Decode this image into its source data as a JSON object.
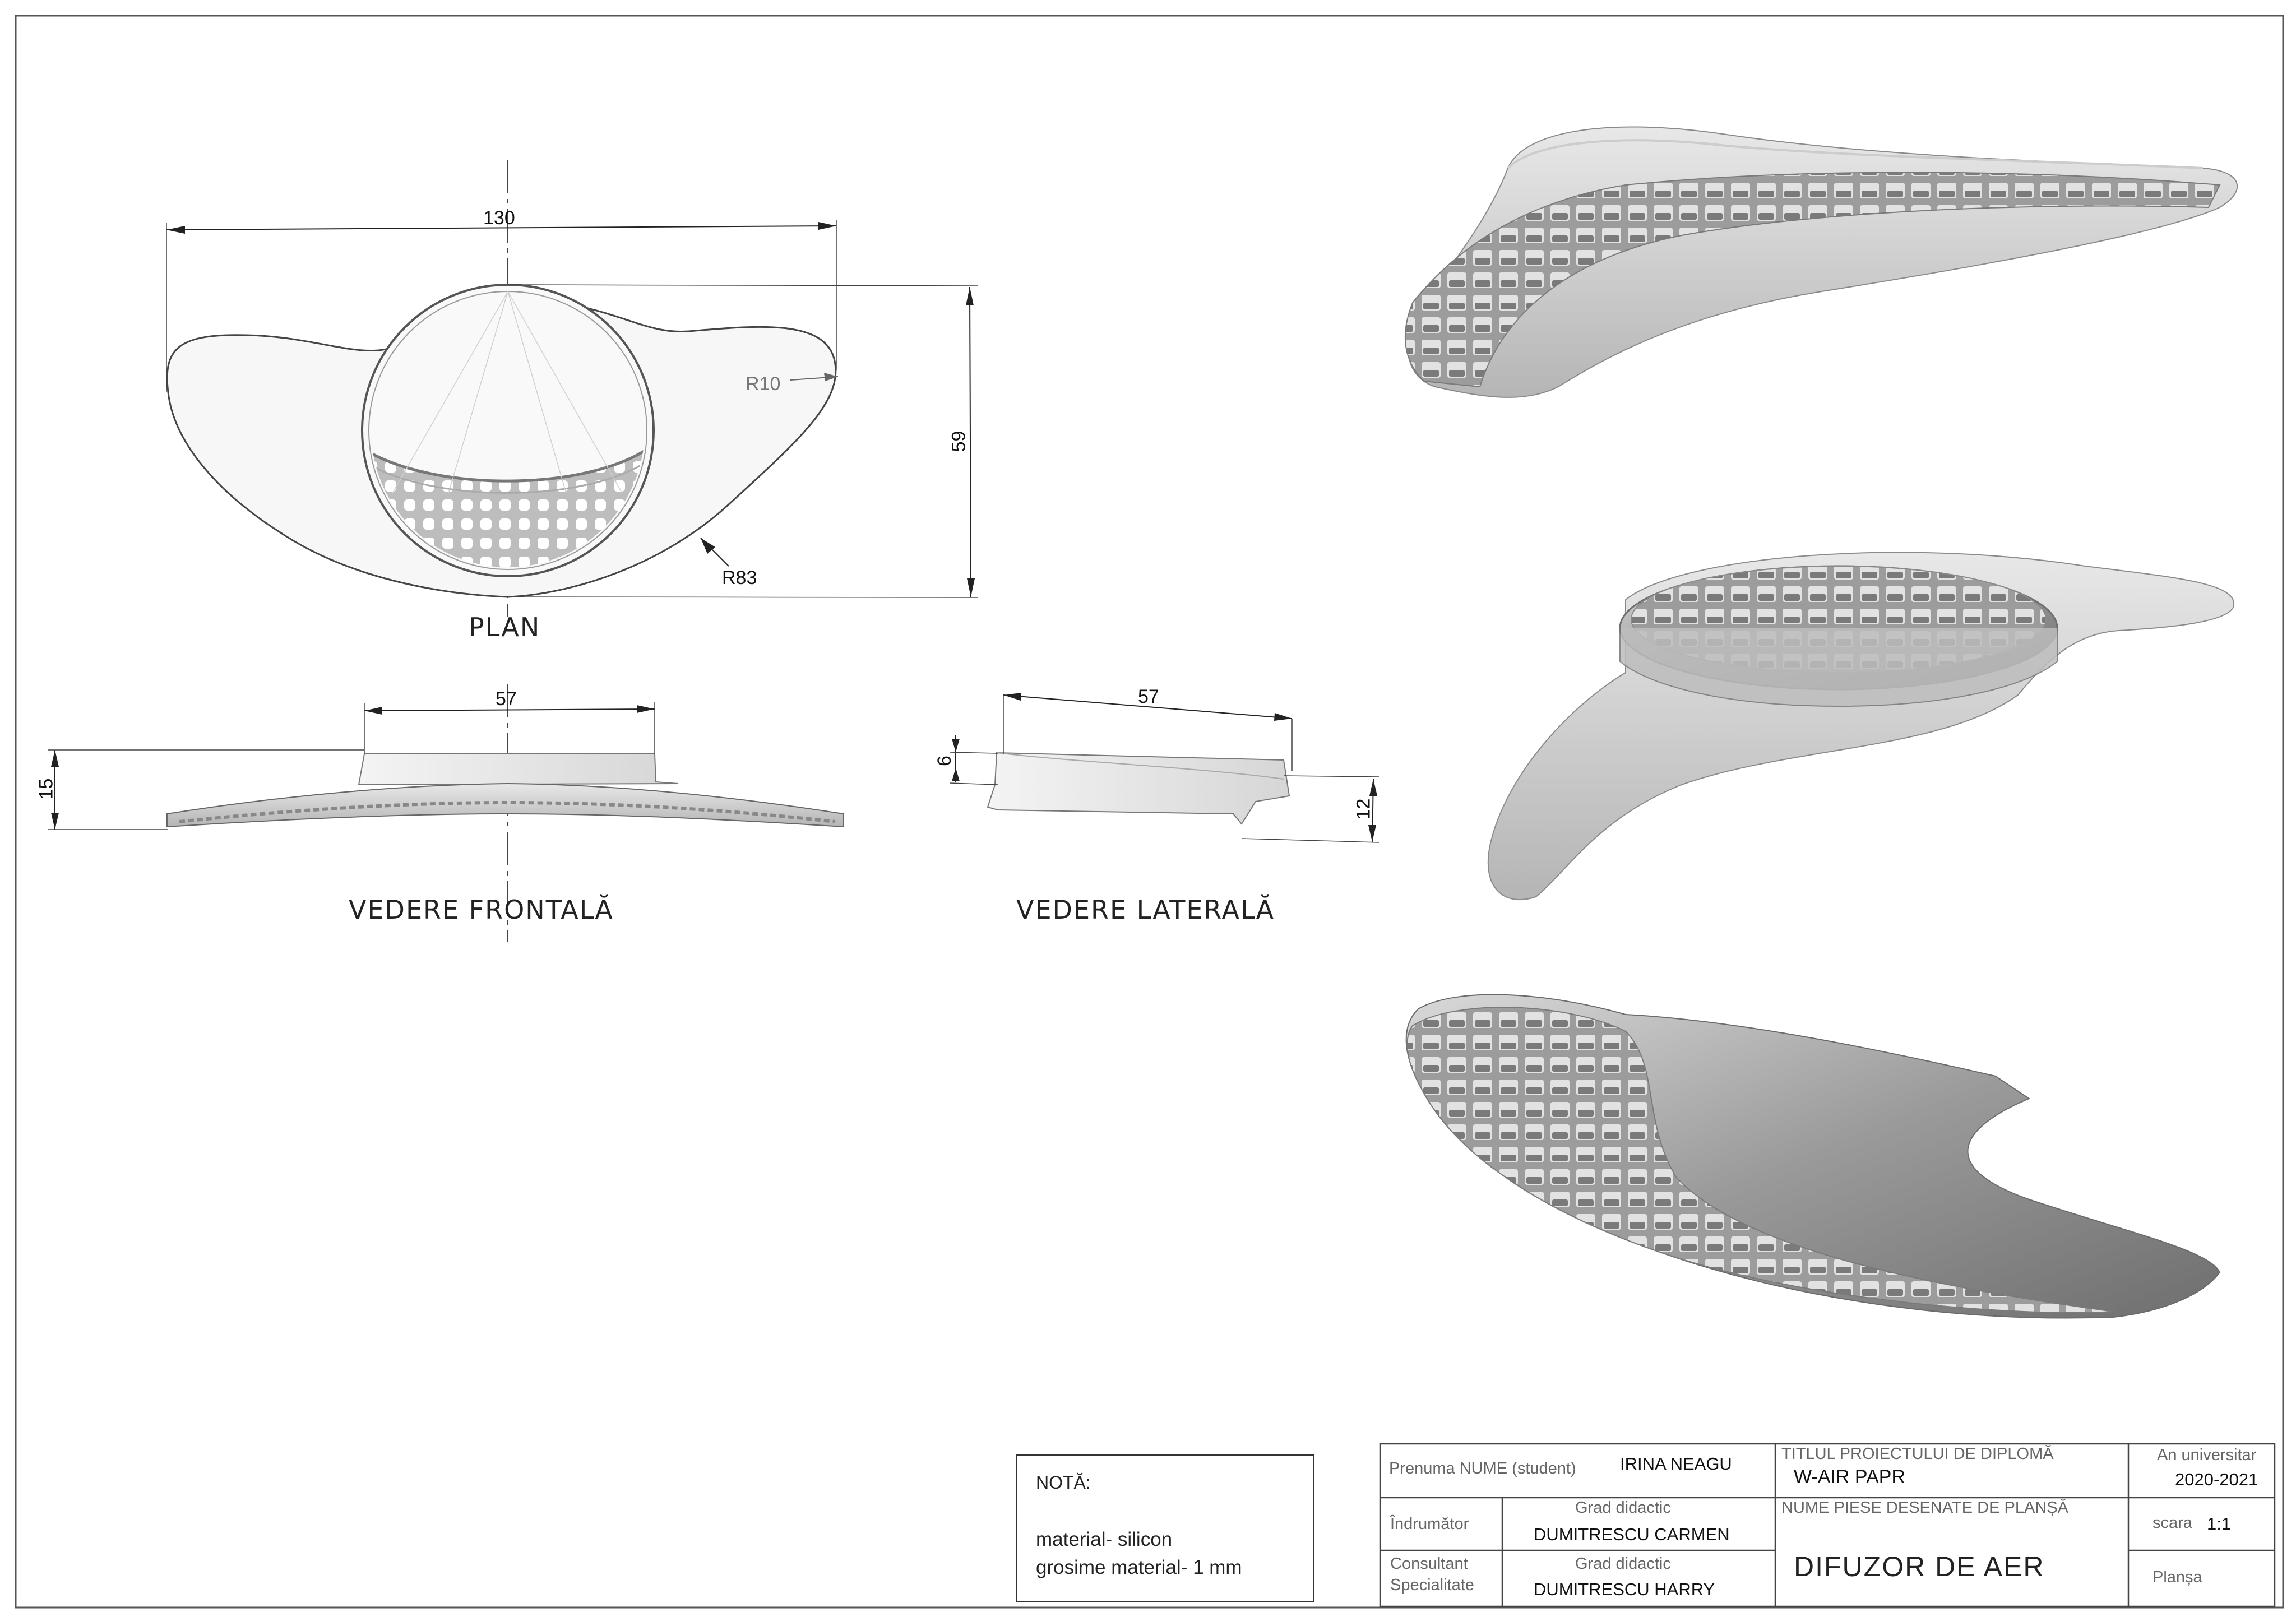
{
  "views": {
    "plan": "PLAN",
    "front": "VEDERE FRONTALĂ",
    "side": "VEDERE LATERALĂ"
  },
  "dimensions": {
    "plan_width": "130",
    "plan_height": "59",
    "radius_small": "R10",
    "radius_large": "R83",
    "front_width": "57",
    "front_height": "15",
    "side_width": "57",
    "side_top": "6",
    "side_height": "12"
  },
  "note": {
    "title": "NOTĂ:",
    "line1": "material- silicon",
    "line2": "grosime material- 1 mm"
  },
  "title_block": {
    "student_label": "Prenuma NUME (student)",
    "student_name": "IRINA NEAGU",
    "project_label": "TITLUL PROIECTULUI DE DIPLOMĂ",
    "project_title": "W-AIR PAPR",
    "year_label": "An universitar",
    "year_value": "2020-2021",
    "advisor_label": "Îndrumător",
    "grade_label_1": "Grad didactic",
    "advisor_name": "DUMITRESCU CARMEN",
    "parts_label": "NUME PIESE DESENATE DE PLANȘĂ",
    "scale_label": "scara",
    "scale_value": "1:1",
    "consultant_label_1": "Consultant",
    "consultant_label_2": "Specialitate",
    "grade_label_2": "Grad didactic",
    "consultant_name": "DUMITRESCU HARRY",
    "part_name": "DIFUZOR DE AER",
    "sheet_label": "Planșa"
  },
  "colors": {
    "line": "#1a1a1a",
    "frame": "#555555",
    "part_light": "#f2f2f2",
    "part_mid": "#c9c9c9",
    "part_dark": "#8a8a8a"
  }
}
